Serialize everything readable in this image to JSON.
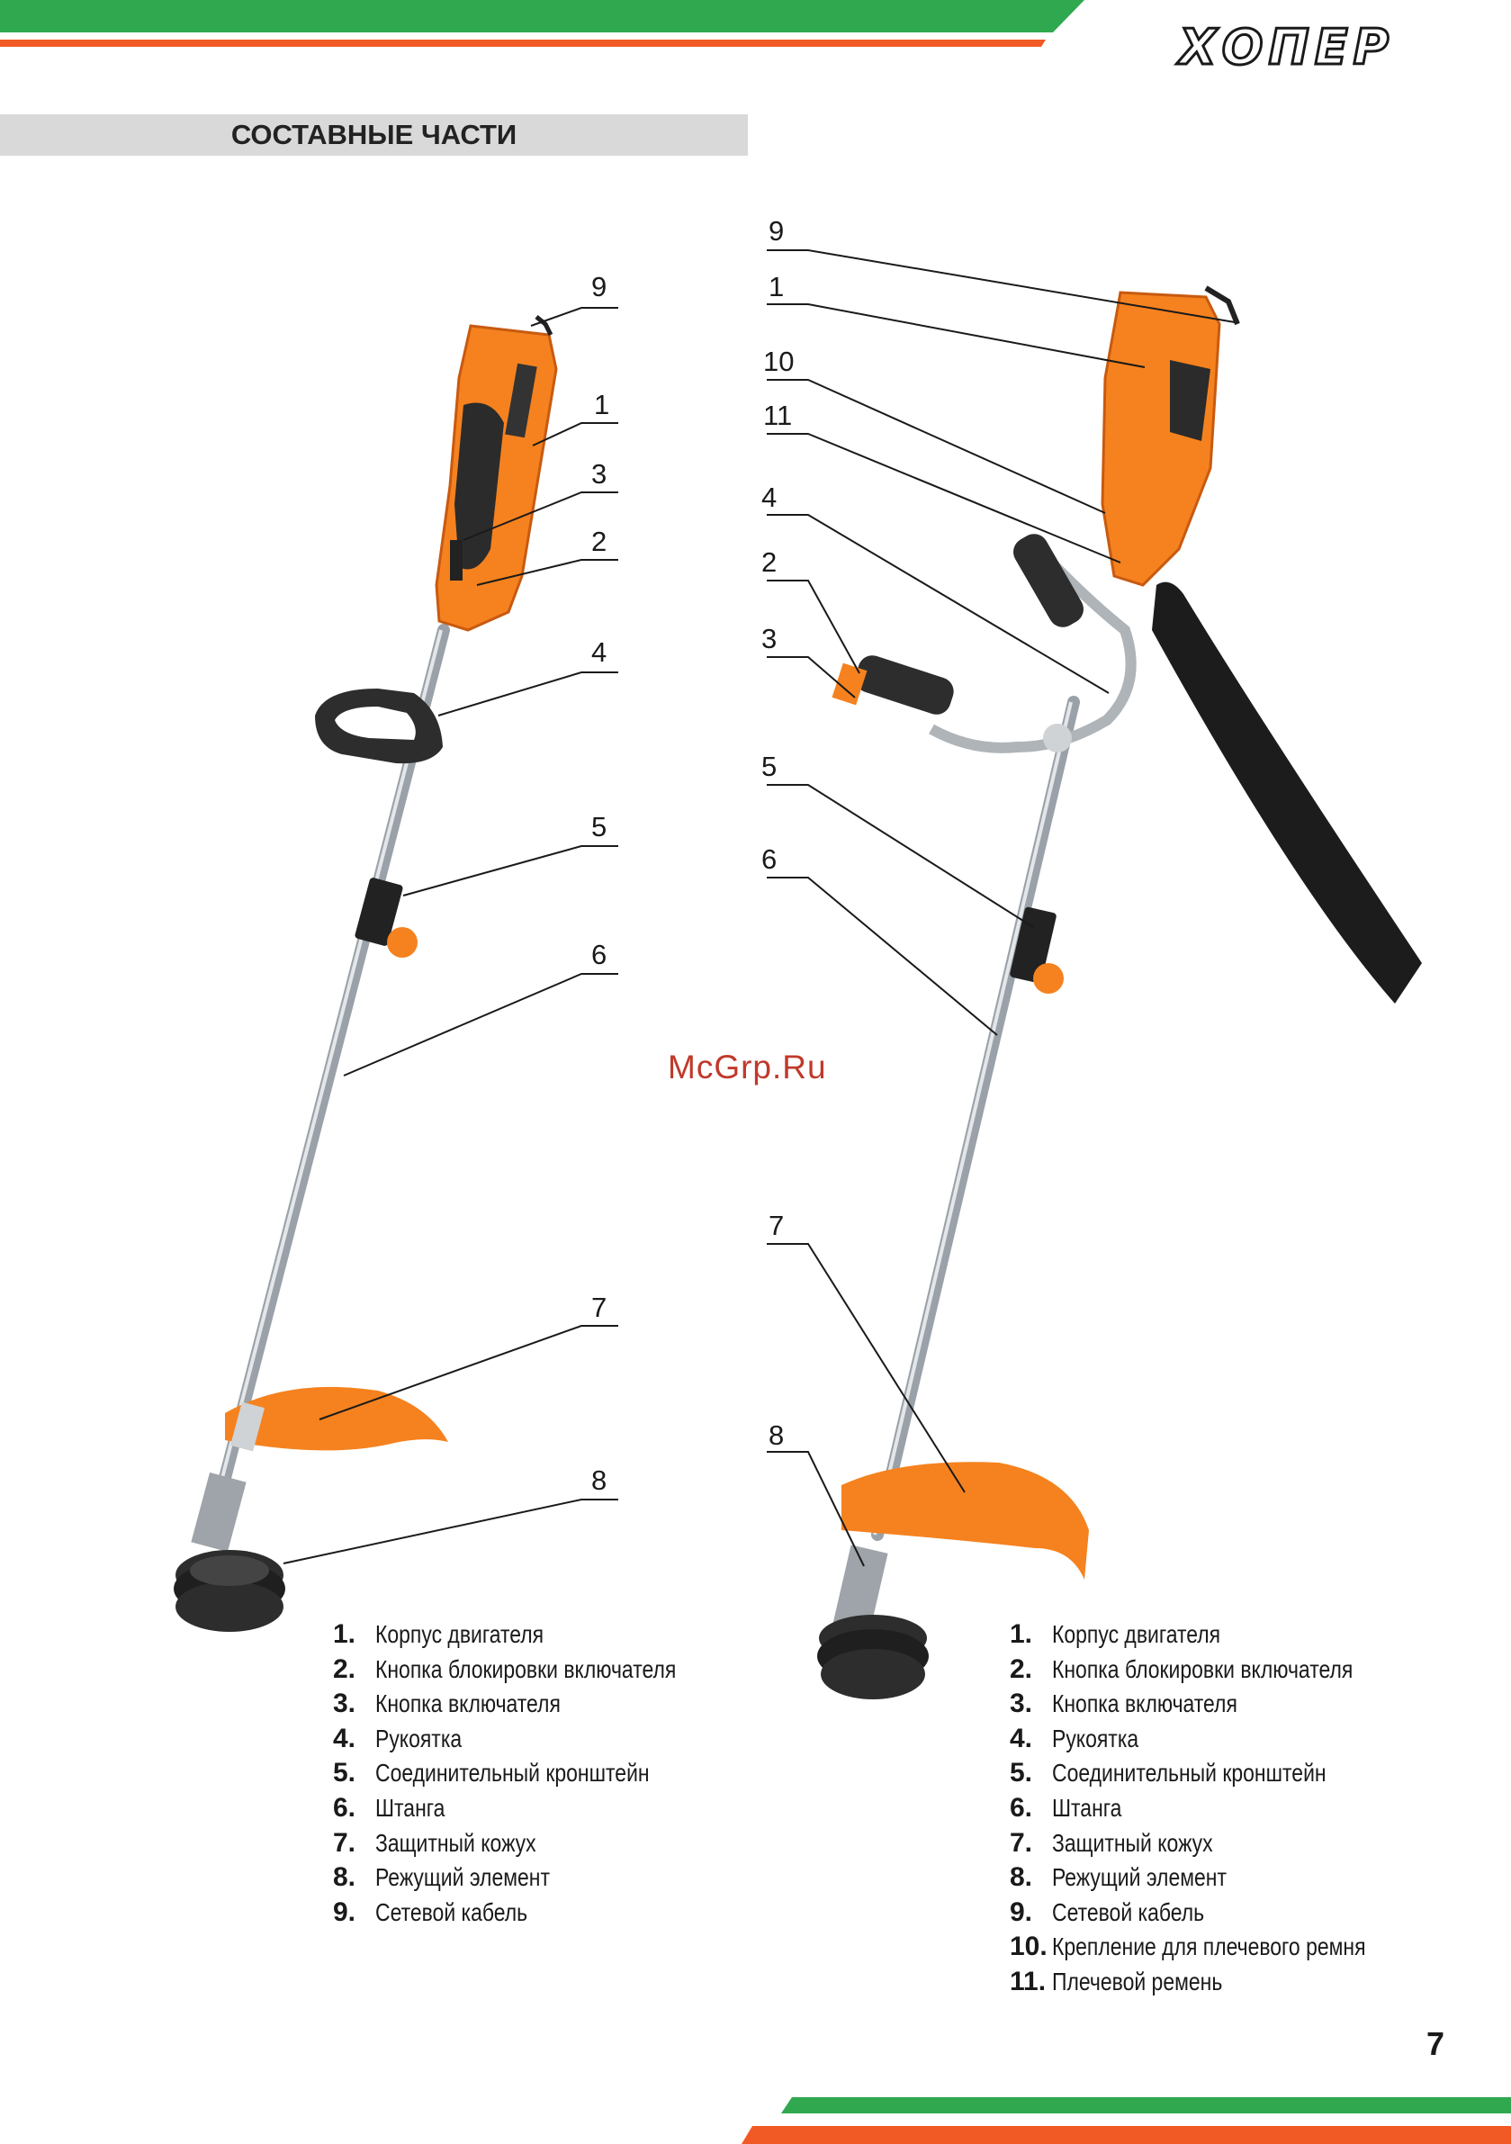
{
  "header": {
    "brand": "ХОПЕР",
    "colors": {
      "green": "#2fa84f",
      "orange": "#f15a24",
      "accent": "#f5821f"
    }
  },
  "section_title": "СОСТАВНЫЕ ЧАСТИ",
  "watermark": "McGrp.Ru",
  "page_number": "7",
  "left_figure": {
    "callouts": [
      "9",
      "1",
      "3",
      "2",
      "4",
      "5",
      "6",
      "7",
      "8"
    ],
    "legend": [
      {
        "num": "1.",
        "text": "Корпус двигателя"
      },
      {
        "num": "2.",
        "text": "Кнопка блокировки включателя"
      },
      {
        "num": "3.",
        "text": "Кнопка включателя"
      },
      {
        "num": "4.",
        "text": "Рукоятка"
      },
      {
        "num": "5.",
        "text": "Соединительный кронштейн"
      },
      {
        "num": "6.",
        "text": "Штанга"
      },
      {
        "num": "7.",
        "text": "Защитный кожух"
      },
      {
        "num": "8.",
        "text": "Режущий элемент"
      },
      {
        "num": "9.",
        "text": "Сетевой кабель"
      }
    ]
  },
  "right_figure": {
    "callouts": [
      "9",
      "1",
      "10",
      "11",
      "4",
      "2",
      "3",
      "5",
      "6",
      "7",
      "8"
    ],
    "legend": [
      {
        "num": "1.",
        "text": "Корпус двигателя"
      },
      {
        "num": "2.",
        "text": "Кнопка блокировки включателя"
      },
      {
        "num": "3.",
        "text": "Кнопка включателя"
      },
      {
        "num": "4.",
        "text": "Рукоятка"
      },
      {
        "num": "5.",
        "text": "Соединительный кронштейн"
      },
      {
        "num": "6.",
        "text": "Штанга"
      },
      {
        "num": "7.",
        "text": "Защитный кожух"
      },
      {
        "num": "8.",
        "text": "Режущий элемент"
      },
      {
        "num": "9.",
        "text": "Сетевой кабель"
      },
      {
        "num": "10.",
        "text": "Крепление для плечевого ремня"
      },
      {
        "num": "11.",
        "text": "Плечевой ремень"
      }
    ]
  }
}
